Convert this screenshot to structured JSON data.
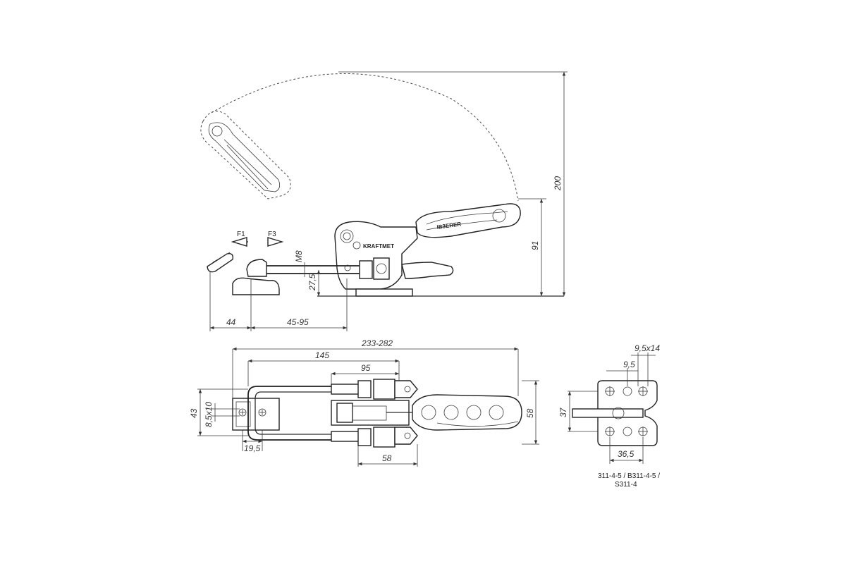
{
  "diagram": {
    "brand_label": "KRAFTMET",
    "force_labels": {
      "f1": "F1",
      "f3": "F3"
    },
    "side_view": {
      "dim_200": "200",
      "dim_91": "91",
      "dim_m8": "M8",
      "dim_27_5": "27,5",
      "dim_44": "44",
      "dim_45_95": "45-95"
    },
    "top_view": {
      "dim_233_282": "233-282",
      "dim_145": "145",
      "dim_95": "95",
      "dim_43": "43",
      "dim_8_5x10": "8,5x10",
      "dim_19_5": "19,5",
      "dim_58_width": "58",
      "dim_58_length": "58"
    },
    "base_view": {
      "dim_9_5x14": "9,5x14",
      "dim_9_5": "9,5",
      "dim_37": "37",
      "dim_36_5": "36,5",
      "model_line1": "311-4-5 / B311-4-5 /",
      "model_line2": "S311-4"
    }
  }
}
